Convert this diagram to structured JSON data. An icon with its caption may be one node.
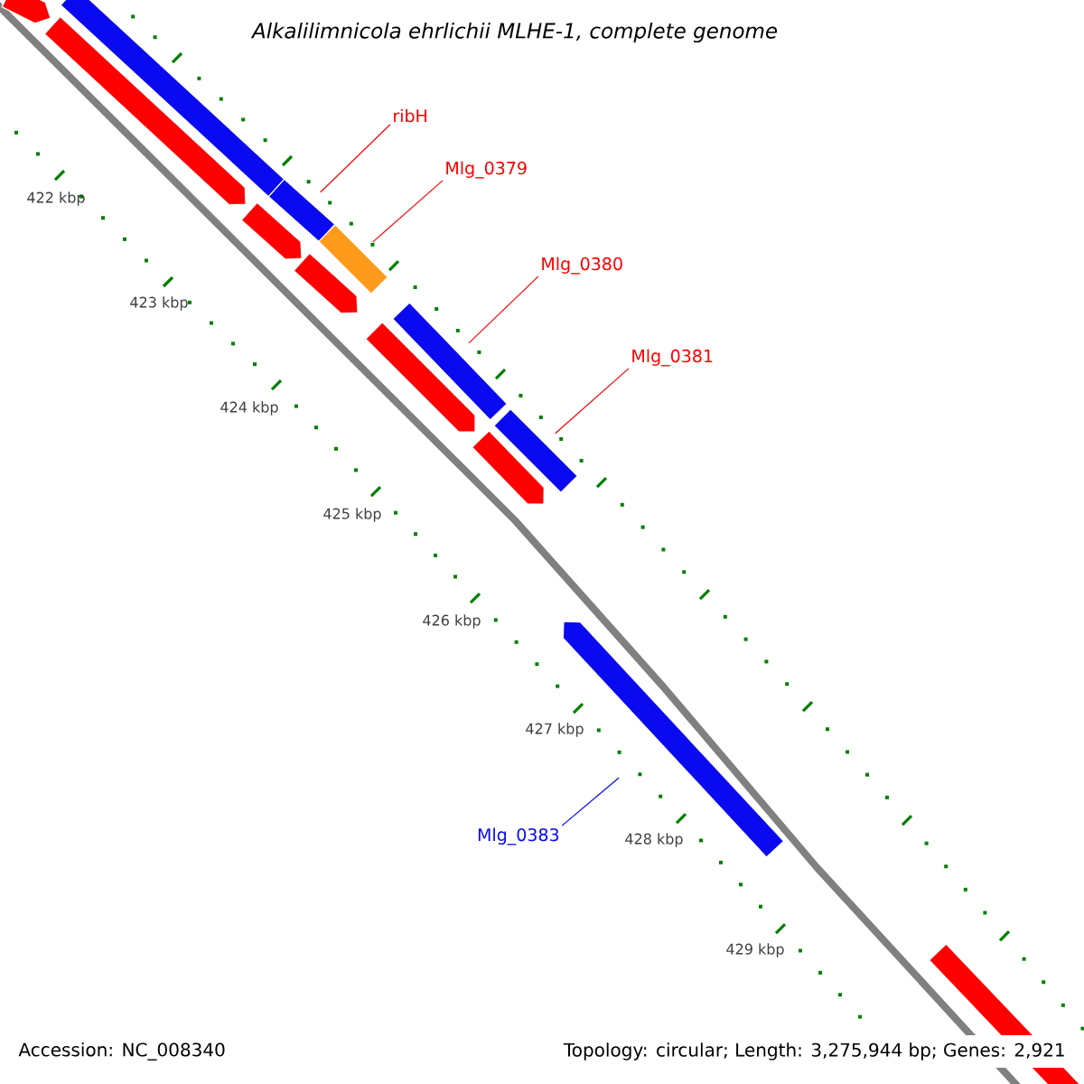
{
  "diagram": {
    "title": "Alkalilimnicola ehrlichii MLHE-1, complete genome",
    "nodes": [
      {
        "text": [
          "ribH"
        ]
      },
      {
        "text": [
          "Mlg_0379"
        ]
      },
      {
        "text": [
          "Mlg_0380"
        ]
      },
      {
        "text": [
          "Mlg_0381"
        ]
      },
      {
        "text": [
          "Mlg_0383"
        ]
      },
      {
        "text": [],
        "shape": "bar"
      },
      {
        "text": [],
        "shape": "bar"
      },
      {
        "text": [],
        "shape": "bar"
      },
      {
        "text": [],
        "shape": "bar"
      },
      {
        "text": [],
        "shape": "bar"
      },
      {
        "text": [],
        "shape": "bar"
      },
      {
        "text": [],
        "shape": "bar"
      },
      {
        "text": [],
        "shape": "bar"
      },
      {
        "text": [],
        "shape": "bar"
      },
      {
        "text": [],
        "shape": "bar"
      },
      {
        "text": [],
        "shape": "bar"
      },
      {
        "text": [],
        "shape": "bar"
      },
      {
        "text": [],
        "shape": "bar"
      }
    ],
    "edges": [
      {
        "from": 0,
        "to": 8,
        "arrow": "none"
      },
      {
        "from": 1,
        "to": 10,
        "arrow": "none"
      },
      {
        "from": 2,
        "to": 12,
        "arrow": "none"
      },
      {
        "from": 3,
        "to": 14,
        "arrow": "none"
      },
      {
        "from": 4,
        "to": 16,
        "arrow": "none",
        "color": "#0000ff"
      }
    ],
    "labels": [
      "422 kbp",
      "423 kbp",
      "424 kbp",
      "425 kbp",
      "426 kbp",
      "427 kbp",
      "428 kbp",
      "429 kbp",
      "Accession: NC_008340",
      "Topology: circular; Length: 3,275,944 bp; Genes: 2,921"
    ]
  }
}
